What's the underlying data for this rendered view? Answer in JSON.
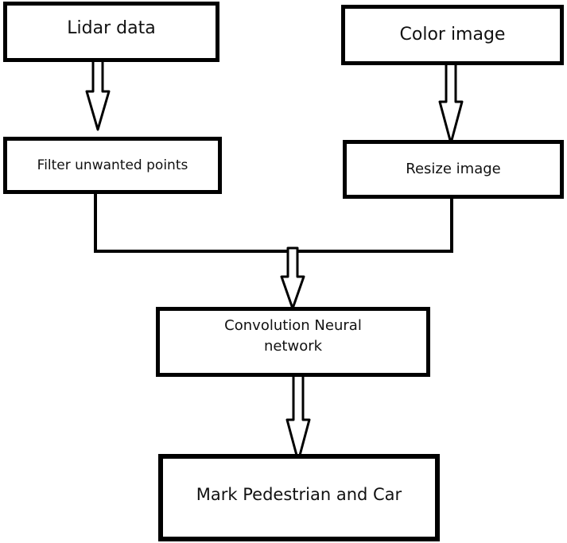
{
  "diagram": {
    "nodes": {
      "lidar_data": "Lidar data",
      "color_image": "Color image",
      "filter_points": "Filter unwanted points",
      "resize_image": "Resize image",
      "cnn_line1": "Convolution Neural",
      "cnn_line2": "network",
      "mark": "Mark Pedestrian and Car"
    },
    "edges": [
      {
        "from": "lidar_data",
        "to": "filter_points"
      },
      {
        "from": "color_image",
        "to": "resize_image"
      },
      {
        "from": "filter_points",
        "to": "cnn"
      },
      {
        "from": "resize_image",
        "to": "cnn"
      },
      {
        "from": "cnn",
        "to": "mark"
      }
    ],
    "colors": {
      "stroke": "#000000",
      "fill": "#ffffff"
    }
  }
}
